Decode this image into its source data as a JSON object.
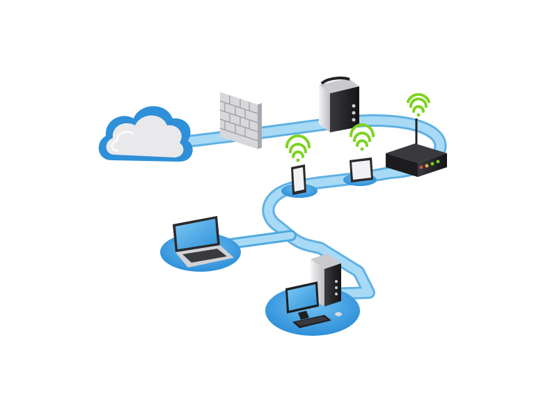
{
  "diagram": {
    "nodes": [
      {
        "id": "cloud",
        "icon": "cloud-icon"
      },
      {
        "id": "firewall",
        "icon": "firewall-icon"
      },
      {
        "id": "server",
        "icon": "server-tower-icon"
      },
      {
        "id": "router",
        "icon": "wireless-router-icon"
      },
      {
        "id": "tablet-1",
        "icon": "tablet-icon"
      },
      {
        "id": "tablet-2",
        "icon": "tablet-icon"
      },
      {
        "id": "laptop",
        "icon": "laptop-icon"
      },
      {
        "id": "desktop",
        "icon": "desktop-workstation-icon"
      }
    ],
    "links": [
      {
        "from": "cloud",
        "to": "firewall"
      },
      {
        "from": "firewall",
        "to": "server"
      },
      {
        "from": "server",
        "to": "router"
      },
      {
        "from": "router",
        "to": "tablet-2"
      },
      {
        "from": "tablet-2",
        "to": "tablet-1"
      },
      {
        "from": "tablet-1",
        "to": "laptop"
      },
      {
        "from": "laptop",
        "to": "desktop"
      }
    ],
    "colors": {
      "connection": "#8cc9f0",
      "connection_edge": "#4ea8e0",
      "platform": "#3d9fe0",
      "cloud_outline": "#2f8fd8",
      "wifi_signal": "#7ed321",
      "device_dark": "#1f1f22",
      "device_light": "#e8e8ea",
      "screen": "#4fb0ea"
    }
  }
}
